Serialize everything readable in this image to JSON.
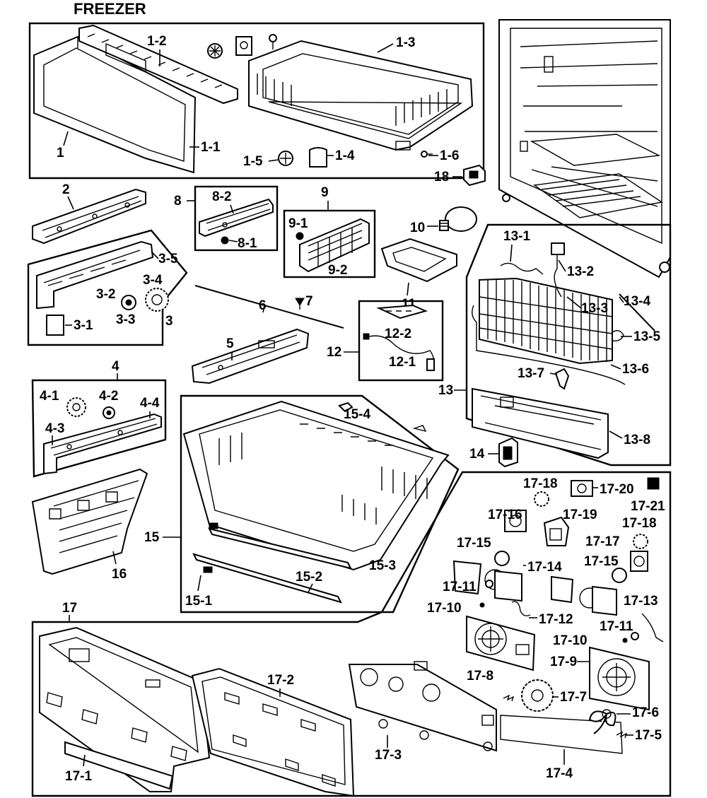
{
  "title": "FREEZER",
  "labels": {
    "l1": "1",
    "l1_1": "1-1",
    "l1_2": "1-2",
    "l1_3": "1-3",
    "l1_4": "1-4",
    "l1_5": "1-5",
    "l1_6": "1-6",
    "l2": "2",
    "l3": "3",
    "l3_1": "3-1",
    "l3_2": "3-2",
    "l3_3": "3-3",
    "l3_4": "3-4",
    "l3_5": "3-5",
    "l4": "4",
    "l4_1": "4-1",
    "l4_2": "4-2",
    "l4_3": "4-3",
    "l4_4": "4-4",
    "l5": "5",
    "l6": "6",
    "l7": "7",
    "l8": "8",
    "l8_1": "8-1",
    "l8_2": "8-2",
    "l9": "9",
    "l9_1": "9-1",
    "l9_2": "9-2",
    "l10": "10",
    "l11": "11",
    "l12": "12",
    "l12_1": "12-1",
    "l12_2": "12-2",
    "l13": "13",
    "l13_1": "13-1",
    "l13_2": "13-2",
    "l13_3": "13-3",
    "l13_4": "13-4",
    "l13_5": "13-5",
    "l13_6": "13-6",
    "l13_7": "13-7",
    "l13_8": "13-8",
    "l14": "14",
    "l15": "15",
    "l15_1": "15-1",
    "l15_2": "15-2",
    "l15_3": "15-3",
    "l15_4": "15-4",
    "l16": "16",
    "l17": "17",
    "l17_1": "17-1",
    "l17_2": "17-2",
    "l17_3": "17-3",
    "l17_4": "17-4",
    "l17_5": "17-5",
    "l17_6": "17-6",
    "l17_7": "17-7",
    "l17_8": "17-8",
    "l17_9": "17-9",
    "l17_10a": "17-10",
    "l17_10b": "17-10",
    "l17_11a": "17-11",
    "l17_11b": "17-11",
    "l17_12": "17-12",
    "l17_13": "17-13",
    "l17_14": "17-14",
    "l17_15a": "17-15",
    "l17_15b": "17-15",
    "l17_16": "17-16",
    "l17_17": "17-17",
    "l17_18a": "17-18",
    "l17_18b": "17-18",
    "l17_19": "17-19",
    "l17_20": "17-20",
    "l17_21": "17-21",
    "l18": "18"
  }
}
